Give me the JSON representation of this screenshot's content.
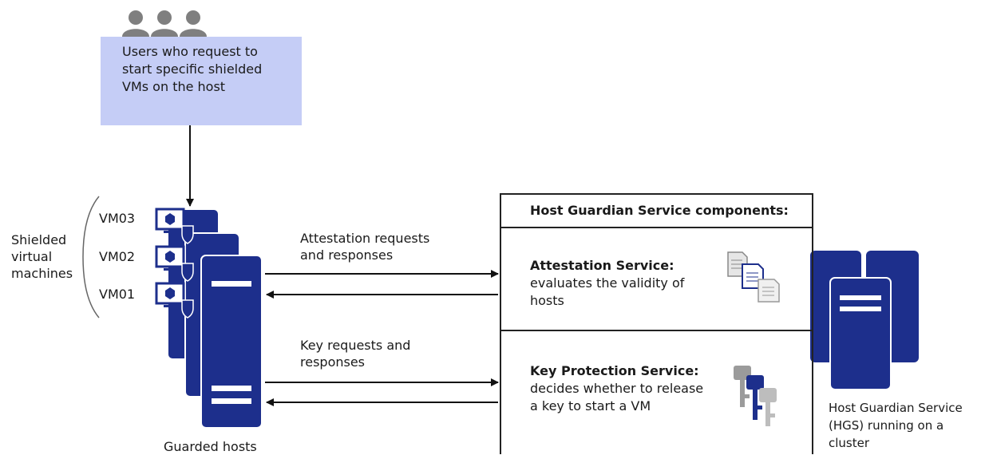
{
  "users_box": {
    "lines": [
      "Users who request to",
      "start specific shielded",
      "VMs on the host"
    ]
  },
  "shielded_vms": {
    "label_lines": [
      "Shielded",
      "virtual",
      "machines"
    ],
    "vms": [
      "VM03",
      "VM02",
      "VM01"
    ]
  },
  "guarded_hosts_label": "Guarded hosts",
  "arrows": {
    "attestation_label_lines": [
      "Attestation requests",
      "and responses"
    ],
    "key_label_lines": [
      "Key requests and",
      "responses"
    ]
  },
  "hgs_panel": {
    "title": "Host Guardian Service components:",
    "attestation": {
      "title": "Attestation Service",
      "colon": ":",
      "desc_lines": [
        "evaluates the validity of",
        "hosts"
      ]
    },
    "key_protection": {
      "title": "Key Protection Service",
      "colon": ":",
      "desc_lines": [
        "decides whether to release",
        "a key to start a VM"
      ]
    }
  },
  "hgs_cluster_label_lines": [
    "Host Guardian Service",
    "(HGS) running on a",
    "cluster"
  ],
  "colors": {
    "server_blue": "#1d2f8c",
    "users_box_fill": "#c5cdf6",
    "user_icon_gray": "#7f7f7f",
    "key_gray": "#9b9b9b"
  },
  "icons": [
    "users-icon",
    "server-icon",
    "monitor-icon",
    "shield-icon",
    "documents-icon",
    "keys-icon"
  ]
}
